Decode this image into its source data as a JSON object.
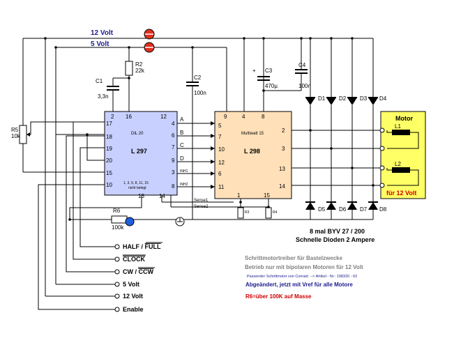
{
  "rails": {
    "v12": "12 Volt",
    "v5": "5 Volt"
  },
  "ic1": {
    "package": "DIL 20",
    "name": "L 297",
    "nc_note_1": "1, 3, 5, 8, 11, 15",
    "nc_note_2": "nicht belegt",
    "pins": {
      "p2": "2",
      "p16": "16",
      "p12": "12",
      "p17": "17",
      "p18": "18",
      "p19": "19",
      "p20": "20",
      "p15": "15",
      "p10": "10",
      "p13": "13",
      "p14": "14",
      "p4": "4",
      "p6": "6",
      "p7": "7",
      "p9": "9",
      "p3": "3",
      "p8": "8"
    },
    "out": {
      "a": "A",
      "b": "B",
      "c": "C",
      "d": "D",
      "inh1": "INH1",
      "inh2": "INH2"
    }
  },
  "ic2": {
    "package": "Multiwatt 15",
    "name": "L 298",
    "pins": {
      "p9": "9",
      "p4": "4",
      "p8": "8",
      "p5": "5",
      "p7": "7",
      "p10": "10",
      "p12": "12",
      "p6": "6",
      "p11": "11",
      "p1": "1",
      "p15": "15",
      "p2": "2",
      "p3": "3",
      "p13": "13",
      "p14": "14"
    }
  },
  "components": {
    "r5": {
      "name": "R5",
      "value": "10k"
    },
    "r2": {
      "name": "R2",
      "value": "22k"
    },
    "c1": {
      "name": "C1",
      "value": "3,3n"
    },
    "c2": {
      "name": "C2",
      "value": "100n"
    },
    "c3": {
      "name": "C3",
      "value": "470µ"
    },
    "c4": {
      "name": "C4",
      "value": "100n"
    },
    "r6": {
      "name": "R6",
      "value": "100k"
    },
    "r3": {
      "name": "R3"
    },
    "r4": {
      "name": "R4"
    },
    "sense1": "Sense1",
    "sense2": "Sense2"
  },
  "diodes_top": [
    "D1",
    "D2",
    "D3",
    "D4"
  ],
  "diodes_bottom": [
    "D5",
    "D6",
    "D7",
    "D8"
  ],
  "motor": {
    "title": "Motor",
    "l1": "L1",
    "l2": "L2",
    "voltage": "für 12 Volt"
  },
  "diode_note": {
    "line1": "8 mal BYV 27 / 200",
    "line2": "Schnelle Dioden 2 Ampere"
  },
  "inputs": [
    {
      "label": "HALF / ",
      "label_over": "FULL"
    },
    {
      "label": "",
      "label_over": "CLOCK"
    },
    {
      "label": "CW / ",
      "label_over": "CCW"
    },
    {
      "label": "5 Volt",
      "label_over": ""
    },
    {
      "label": "12 Volt",
      "label_over": ""
    },
    {
      "label": "Enable",
      "label_over": ""
    }
  ],
  "notes": {
    "title": "Schrittmotortreiber für Bastelzwecke",
    "line2": "Betrieb nur mit bipolaren Motoren für 12 Volt",
    "line3": "Passender Schrittmotor von Conrad: --> Artikel - Nr.: 198320 - 62",
    "line4": "Abgeändert, jetzt mit Vref für alle Motore",
    "line5": "R6=über 100K auf Masse"
  },
  "colors": {
    "wire": "#000000",
    "ic1_fill": "#c8d0ff",
    "ic2_fill": "#ffe0b8",
    "motor_fill": "#ffff66",
    "rail_text": "#1a1a8c",
    "note_red": "#d00000",
    "led_red": "#e03020",
    "dot_blue": "#2060e0"
  }
}
